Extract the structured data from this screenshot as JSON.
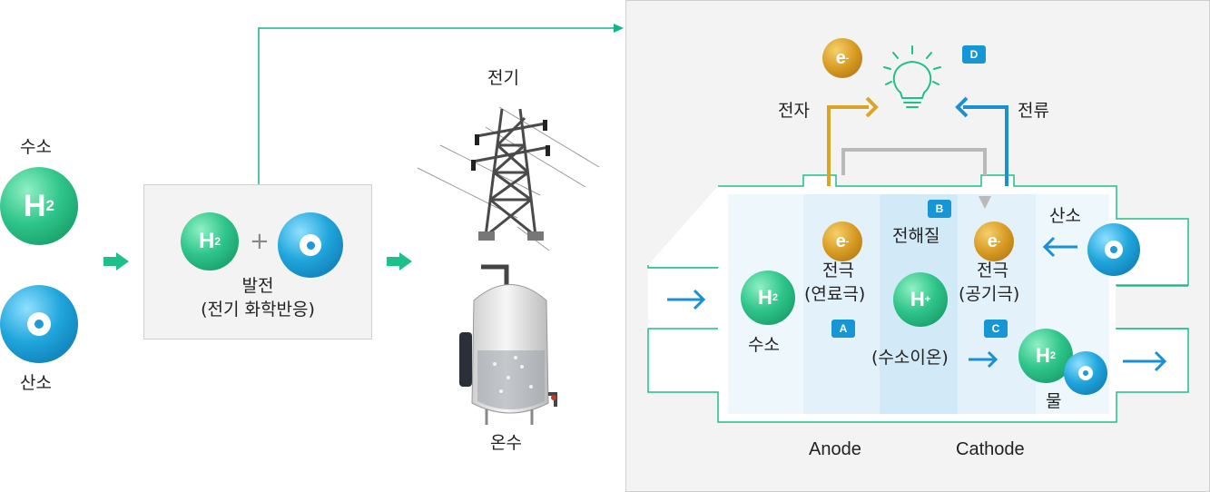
{
  "labels": {
    "hydrogen_left": "수소",
    "oxygen_left": "산소",
    "generation": "발전",
    "generation_sub": "(전기 화학반응)",
    "electricity": "전기",
    "hot_water": "온수",
    "electron": "전자",
    "current": "전류",
    "electrode_anode": "전극",
    "electrode_anode_sub": "(연료극)",
    "electrolyte": "전해질",
    "electrode_cathode": "전극",
    "electrode_cathode_sub": "(공기극)",
    "oxygen_right": "산소",
    "hydrogen_right": "수소",
    "hydrogen_ion": "(수소이온)",
    "water": "물",
    "anode": "Anode",
    "cathode": "Cathode",
    "plus": "+"
  },
  "symbols": {
    "h": "H",
    "h2_sub": "2",
    "h_ion_sup": "+",
    "e": "e",
    "e_sup": "-"
  },
  "badges": {
    "a": "A",
    "b": "B",
    "c": "C",
    "d": "D"
  },
  "colors": {
    "arrow_green": "#1dbf8a",
    "flow_line": "#13b48a",
    "blue_arrow": "#1a90d2",
    "electron_line": "#d9a428",
    "grey_line": "#b9b9b9",
    "panel_bg": "#f3f3f3",
    "cell_outline": "#1dbf8a",
    "badge_bg": "#1796d6"
  },
  "icons": [
    "light-bulb-icon",
    "power-tower-icon",
    "water-tank-icon",
    "arrow-icon"
  ]
}
